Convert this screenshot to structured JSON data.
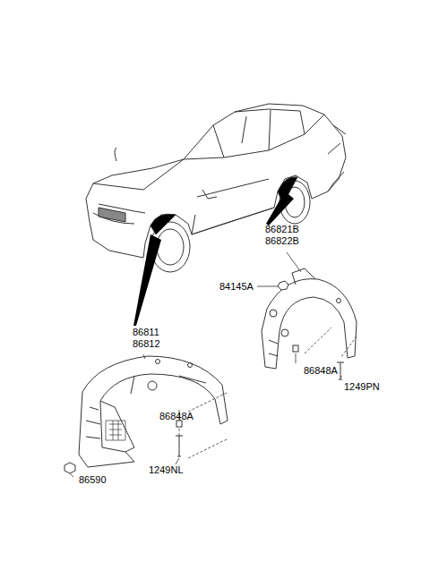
{
  "diagram": {
    "labels": [
      "86821B",
      "86822B",
      "84145A",
      "86848A",
      "1249PN",
      "86811",
      "86812",
      "86848A",
      "1249NL",
      "86590"
    ]
  }
}
